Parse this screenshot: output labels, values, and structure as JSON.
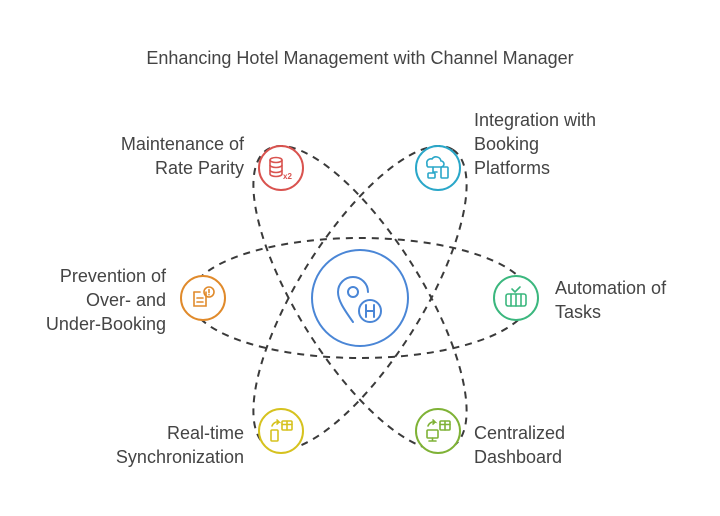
{
  "title": "Enhancing Hotel Management with Channel Manager",
  "center": {
    "icon": "location-hotel-icon",
    "color": "#4a86d6"
  },
  "nodes": [
    {
      "id": "rate-parity",
      "label": "Maintenance of\nRate Parity",
      "icon": "stack-x2-icon",
      "color": "#d9534f"
    },
    {
      "id": "integration",
      "label": "Integration with\nBooking\nPlatforms",
      "icon": "cloud-devices-icon",
      "color": "#2aa7c9"
    },
    {
      "id": "prevention",
      "label": "Prevention of\nOver- and\nUnder-Booking",
      "icon": "booking-alert-icon",
      "color": "#e08a2b"
    },
    {
      "id": "automation",
      "label": "Automation of\nTasks",
      "icon": "automation-icon",
      "color": "#3bb77e"
    },
    {
      "id": "realtime",
      "label": "Real-time\nSynchronization",
      "icon": "sync-devices-icon",
      "color": "#d6c21f"
    },
    {
      "id": "dashboard",
      "label": "Centralized\nDashboard",
      "icon": "dashboard-icon",
      "color": "#7fb236"
    }
  ]
}
